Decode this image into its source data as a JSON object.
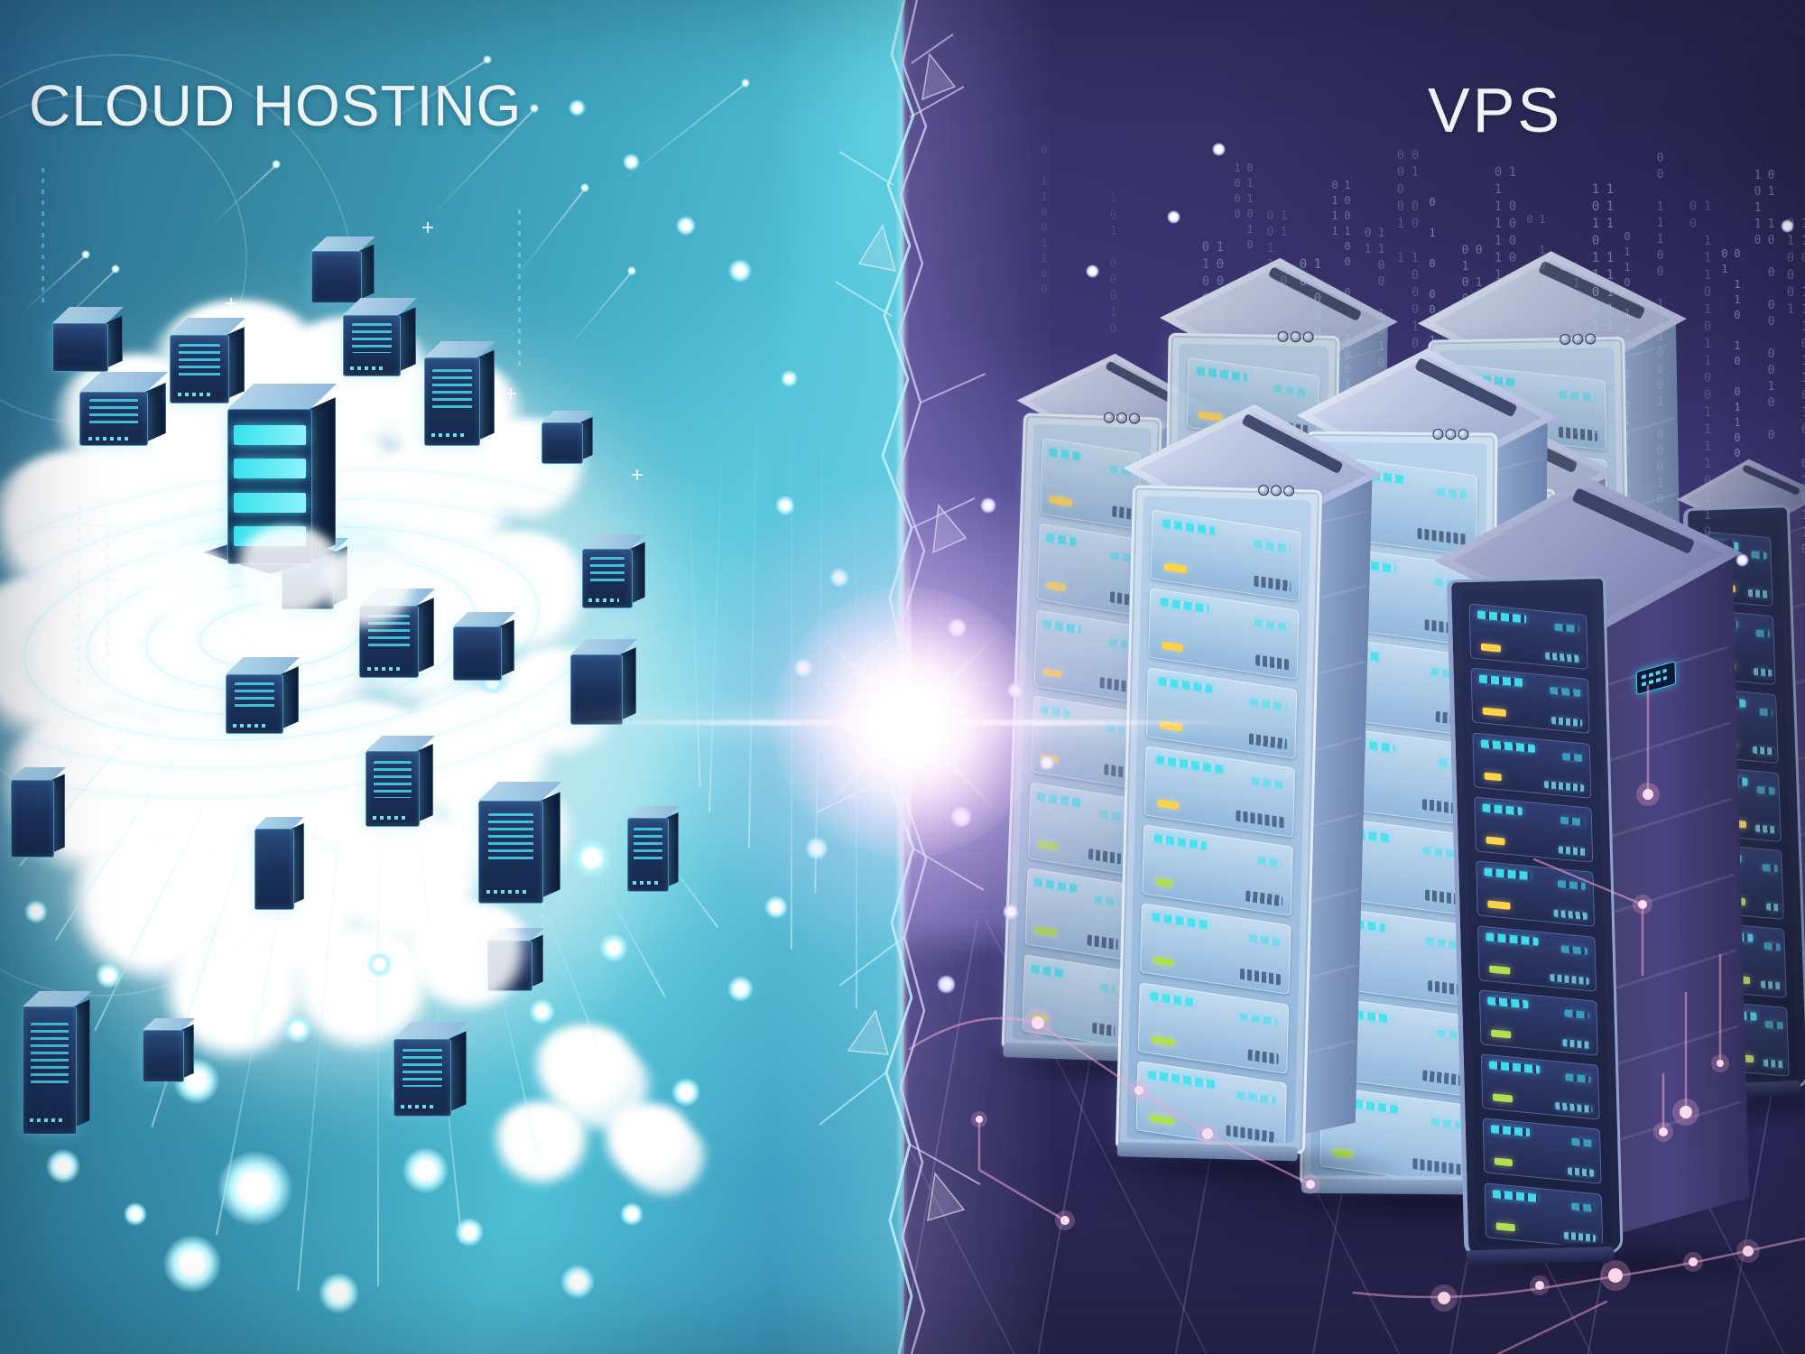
{
  "left_panel": {
    "title": "CLOUD HOSTING",
    "scene": "white cloud with orbiting server boxes and glowing concentric rings",
    "icons": [
      "cloud-icon",
      "server-box-icon",
      "orbit-rings-icon",
      "glow-dot-icon",
      "data-stream-icon"
    ]
  },
  "right_panel": {
    "title": "VPS",
    "scene": "isometric server rack cluster on grid floor with binary rain and circuit traces",
    "icons": [
      "server-rack-icon",
      "binary-rain-icon",
      "circuit-trace-icon",
      "led-cluster-icon"
    ],
    "rack_count": 8,
    "rain_glyphs": "1 0"
  },
  "divider": {
    "icons": [
      "lens-flare-icon",
      "crack-icon"
    ]
  },
  "palette": {
    "left_bg_top": "#2c6b92",
    "left_bg_mid": "#3e9dc0",
    "left_bg_bright": "#4fc0d6",
    "right_bg_top": "#2f2b58",
    "right_bg_mid": "#463f83",
    "title_color": "#eff6fa",
    "ring_cyan": "#88ebf8",
    "band_teal": "#37e2ef",
    "panel_text_cyan": "#45e2f2",
    "panel_chip_yellow": "#ffd24a",
    "panel_chip_lime": "#aee053",
    "rain_blue": "#a8c8ee",
    "pink_glow": "#f2a6d6",
    "pink_node": "#ffdef0",
    "crack_cyan": "#bdf2fb",
    "crack_lavender": "#d8cef6",
    "cloud_white": "#ffffff",
    "server_navy": "#1b3058",
    "rack_light_frame": "#e2ecf6",
    "rack_dark_front": "#232a50",
    "rack_dark_side": "#4a4382",
    "grid_lavender": "#bab7e6",
    "flare_white": "#ffffff"
  }
}
